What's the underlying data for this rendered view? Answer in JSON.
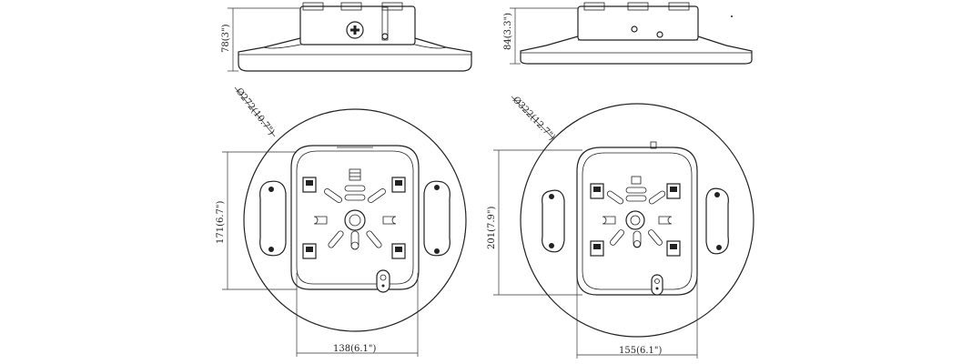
{
  "dimensions": {
    "left_side_height": "78(3\")",
    "right_side_height": "84(3.3\")",
    "left_diameter": "Ø272(10.7\")",
    "right_diameter": "Ø322(12.7\")",
    "left_plate_height": "171(6.7\")",
    "right_plate_height": "201(7.9\")",
    "left_plate_width": "138(6.1\")",
    "right_plate_width": "155(6.1\")"
  },
  "colors": {
    "line": "#222222",
    "background": "#ffffff"
  }
}
